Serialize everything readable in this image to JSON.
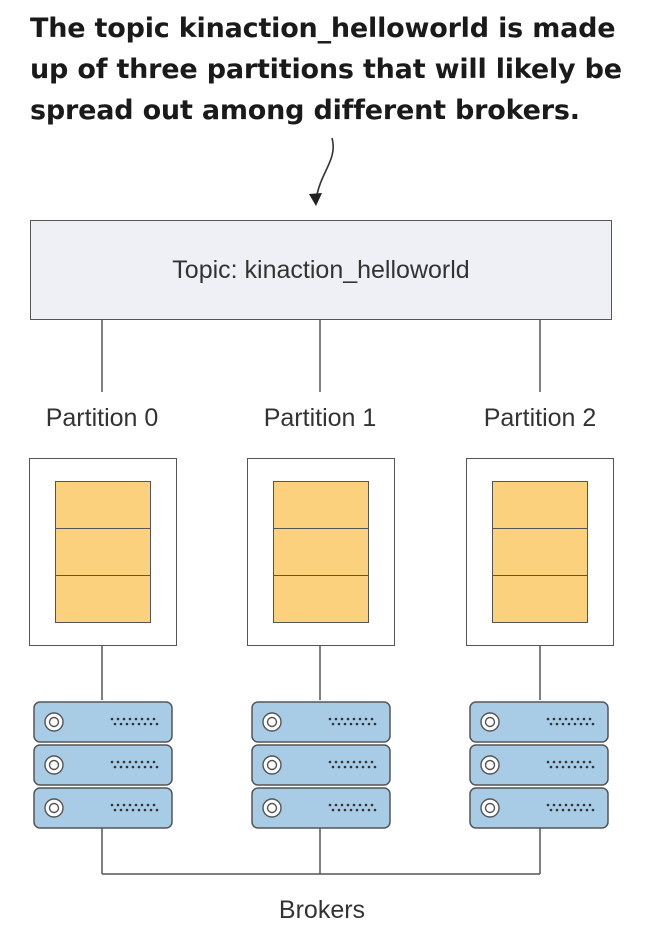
{
  "annotation": {
    "lines": [
      "The topic kinaction_helloworld is made",
      "up of three partitions that will likely be",
      "spread out among different brokers."
    ]
  },
  "topic": {
    "label": "Topic: kinaction_helloworld"
  },
  "partitions": [
    {
      "label": "Partition 0",
      "segments": 3
    },
    {
      "label": "Partition 1",
      "segments": 3
    },
    {
      "label": "Partition 2",
      "segments": 3
    }
  ],
  "brokers": {
    "label": "Brokers",
    "units_per_stack": 3
  },
  "colors": {
    "topic_fill": "#eef0f5",
    "segment_fill": "#fcd17e",
    "server_fill": "#a8cbe6",
    "stroke": "#555555"
  }
}
